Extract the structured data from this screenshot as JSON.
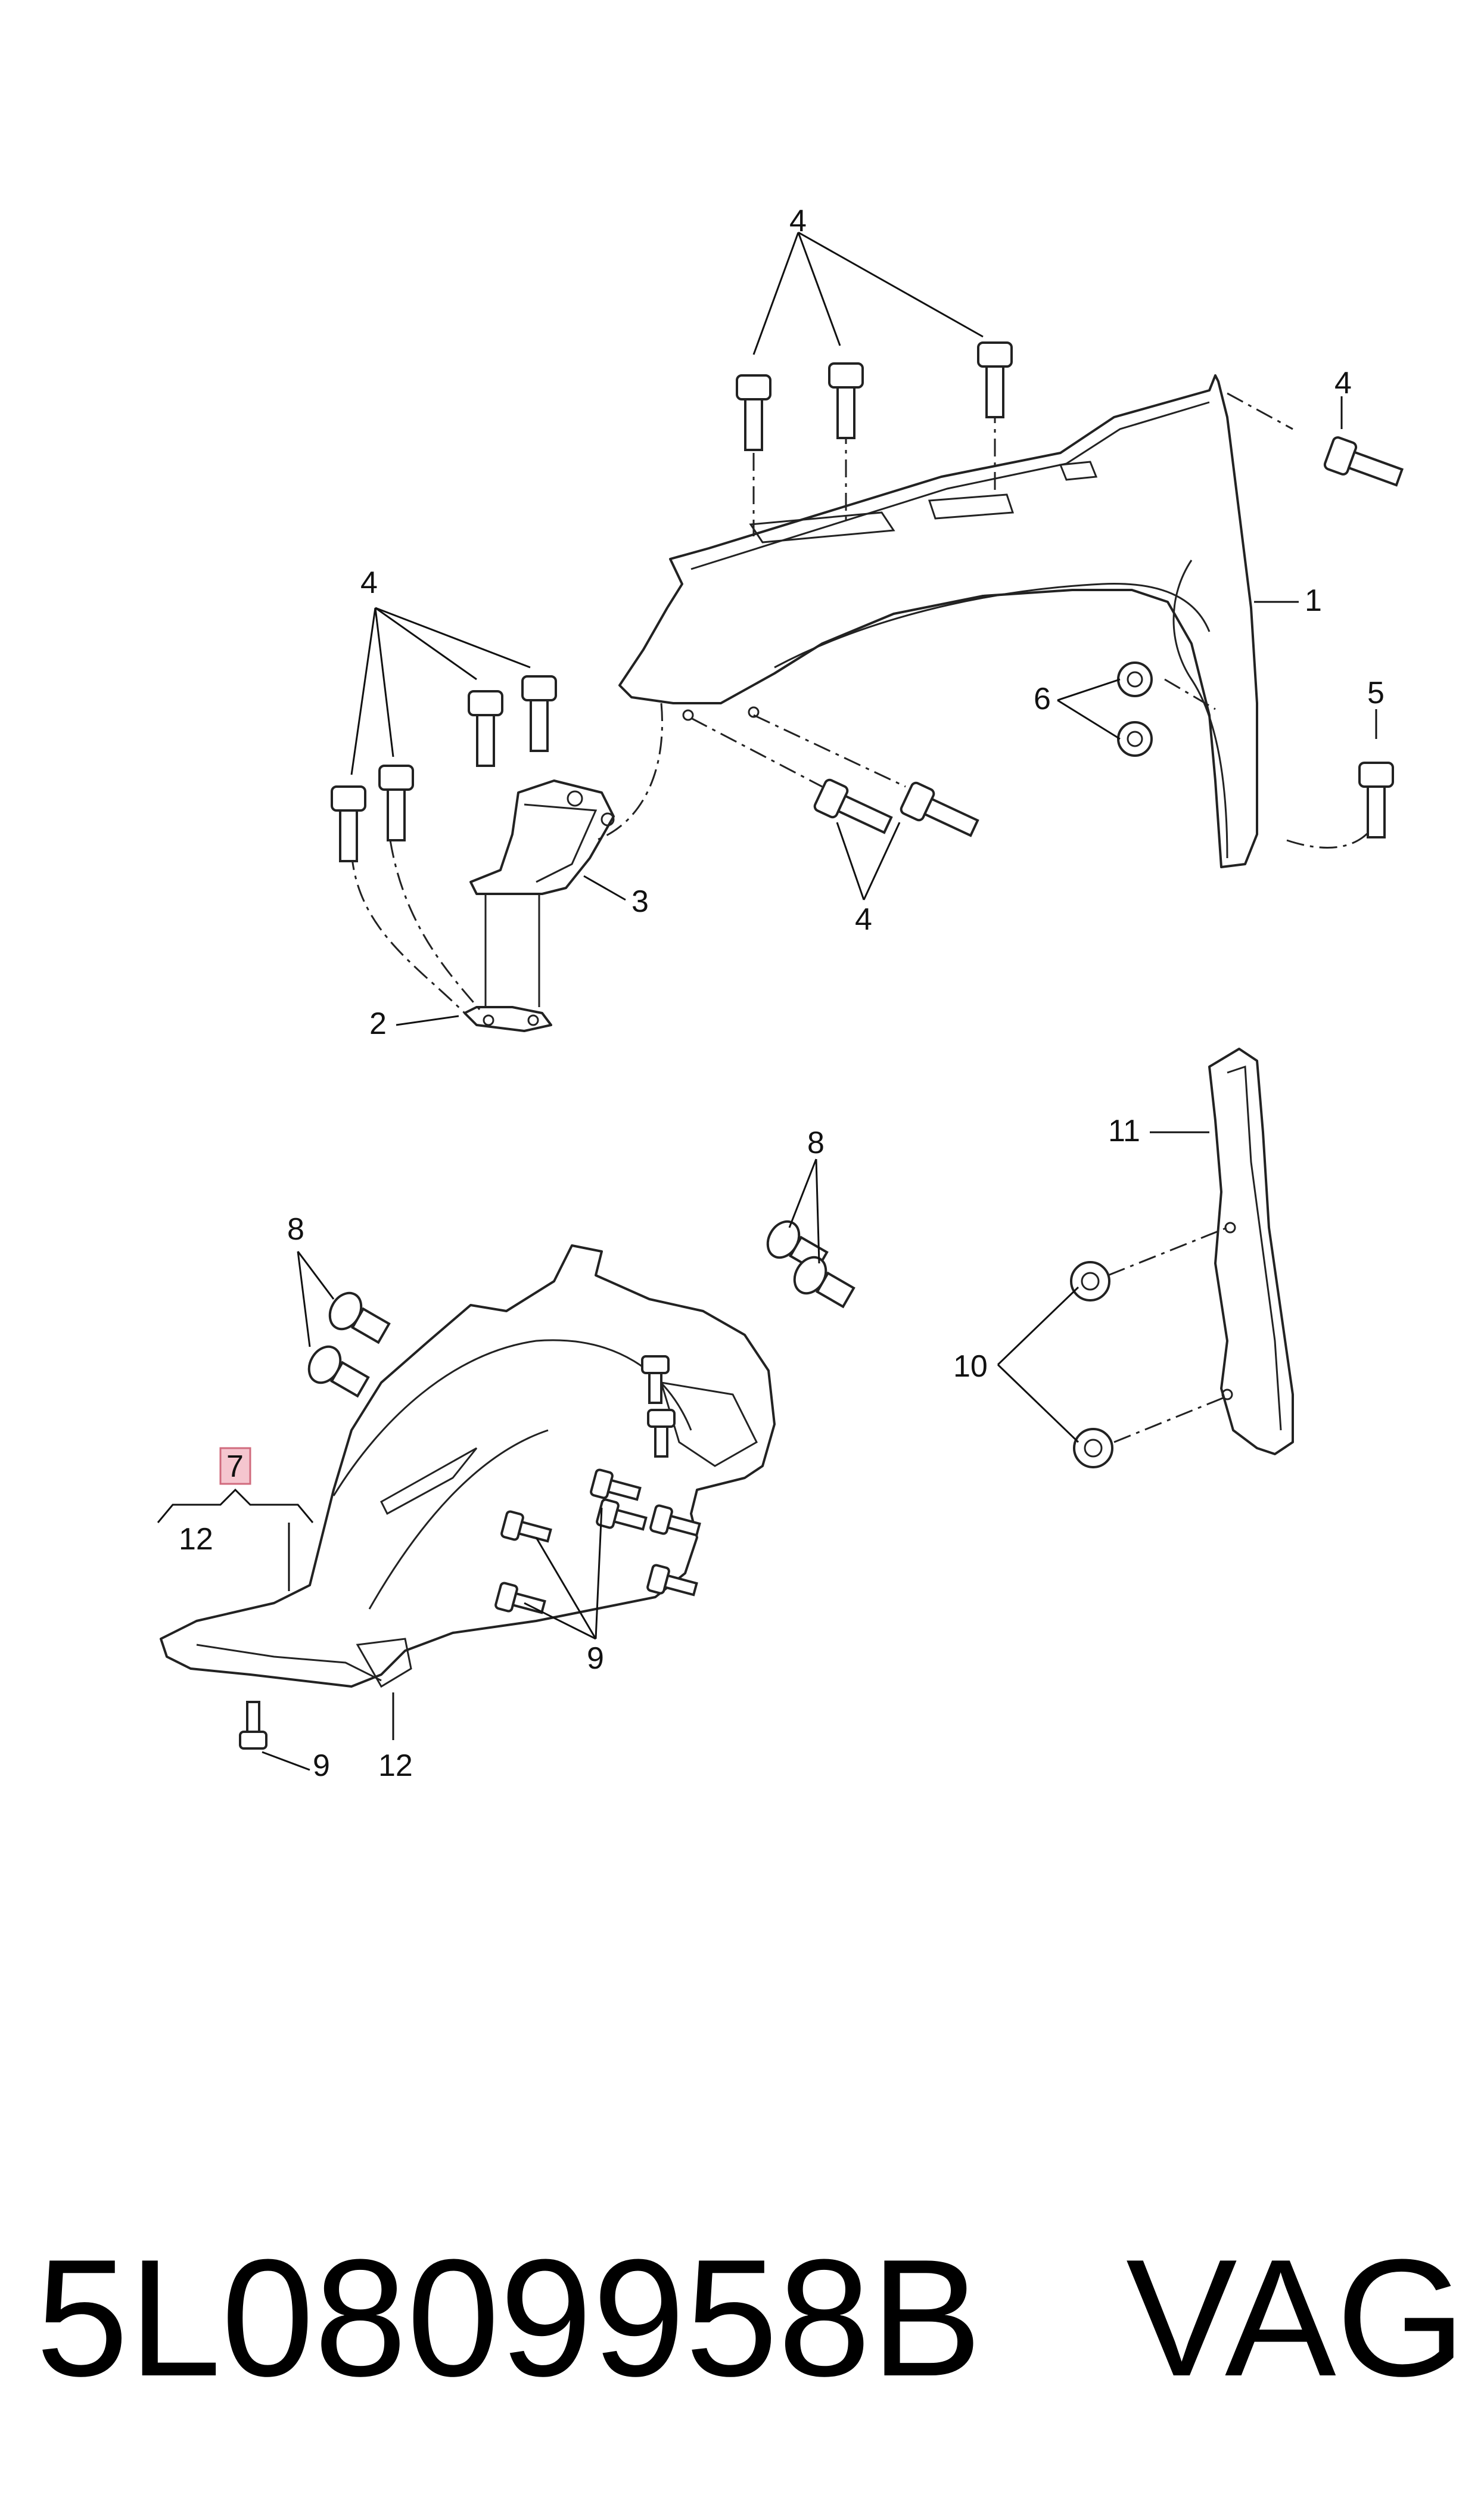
{
  "callouts": {
    "c1": "1",
    "c2": "2",
    "c3": "3",
    "c4_top": "4",
    "c4_right": "4",
    "c4_left": "4",
    "c4_bottom": "4",
    "c5": "5",
    "c6": "6",
    "c7": "7",
    "c8_upper": "8",
    "c8_left": "8",
    "c9_group": "9",
    "c9_single": "9",
    "c10": "10",
    "c11": "11",
    "c12_bracket": "12",
    "c12_bottom": "12"
  },
  "highlight_color": "#f5c6cf",
  "footer": {
    "part_number": "5L0809958B",
    "brand": "VAG"
  }
}
